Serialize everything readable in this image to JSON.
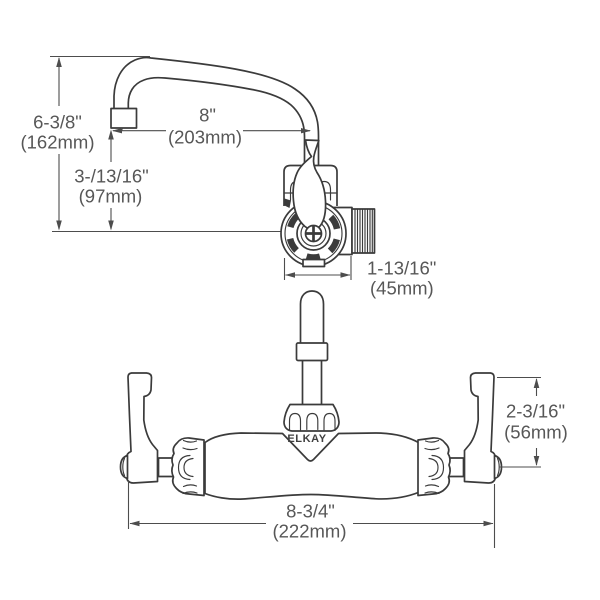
{
  "diagram": {
    "title": "faucet-dimension-drawing",
    "brand": "ELKAY",
    "dimensions": {
      "spout_height": {
        "inches": "6-3/8\"",
        "metric": "(162mm)"
      },
      "spout_reach": {
        "inches": "8\"",
        "metric": "(203mm)"
      },
      "outlet_to_centerline": {
        "inches": "3-/13/16\"",
        "metric": "(97mm)"
      },
      "body_depth": {
        "inches": "1-13/16\"",
        "metric": "(45mm)"
      },
      "handle_height": {
        "inches": "2-3/16\"",
        "metric": "(56mm)"
      },
      "overall_width": {
        "inches": "8-3/4\"",
        "metric": "(222mm)"
      }
    },
    "colors": {
      "line": "#3b3b3b",
      "dim": "#4d4d4d",
      "text": "#575757",
      "background": "#ffffff"
    }
  }
}
